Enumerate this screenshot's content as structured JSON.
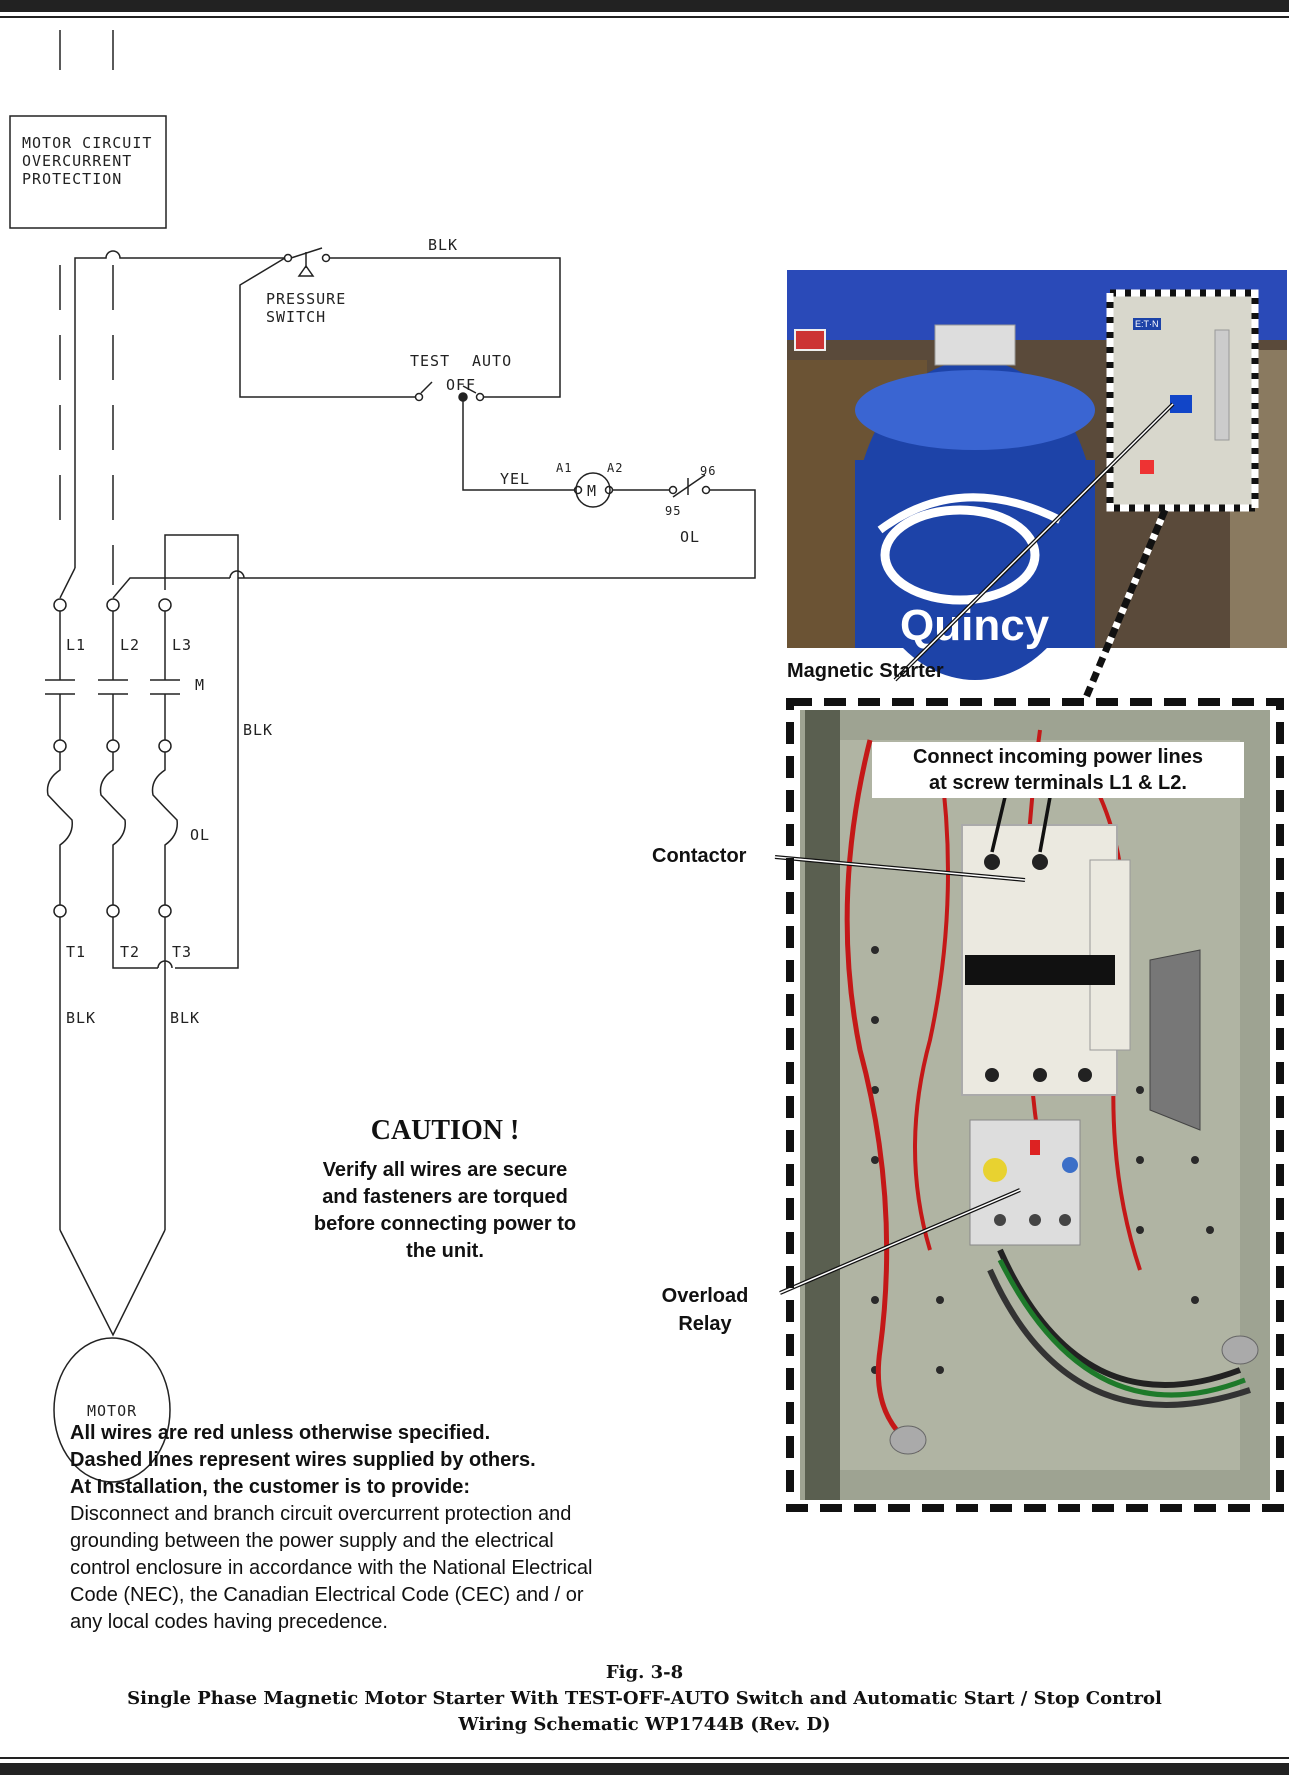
{
  "schematic": {
    "protection_box": [
      "MOTOR CIRCUIT",
      "OVERCURRENT",
      "PROTECTION"
    ],
    "wire_blk": "BLK",
    "pressure_switch": [
      "PRESSURE",
      "SWITCH"
    ],
    "switch_test": "TEST",
    "switch_auto": "AUTO",
    "switch_off": "OFF",
    "wire_yel": "YEL",
    "coil_a1": "A1",
    "coil_a2": "A2",
    "coil_m": "M",
    "ol_95": "95",
    "ol_96": "96",
    "ol_label": "OL",
    "l1": "L1",
    "l2": "L2",
    "l3": "L3",
    "contactor_m": "M",
    "overload_ol": "OL",
    "t1": "T1",
    "t2": "T2",
    "t3": "T3",
    "blk_right": "BLK",
    "blk_left": "BLK",
    "blk_mid": "BLK",
    "motor": "MOTOR"
  },
  "caution": {
    "title": "CAUTION !",
    "body": [
      "Verify all wires are secure",
      "and fasteners are torqued",
      "before connecting power to",
      "the unit."
    ]
  },
  "photo_labels": {
    "magnetic_starter": "Magnetic Starter",
    "connect_power": [
      "Connect incoming power lines",
      "at screw terminals L1 & L2."
    ],
    "contactor": "Contactor",
    "overload_relay": [
      "Overload",
      "Relay"
    ],
    "eaton": "E:T·N"
  },
  "notes": {
    "bold_lines": [
      "All wires are red unless otherwise specified.",
      "Dashed lines represent wires supplied by others.",
      "At Installation, the customer is to provide:"
    ],
    "body_lines": [
      "Disconnect and branch circuit overcurrent protection and",
      "grounding between the power supply and the electrical",
      "control enclosure in accordance with the National Electrical",
      "Code (NEC), the Canadian Electrical Code (CEC) and / or",
      "any local codes having precedence."
    ]
  },
  "caption": {
    "fig": "Fig. 3-8",
    "line1": "Single Phase Magnetic Motor Starter With TEST-OFF-AUTO Switch and Automatic Start / Stop Control",
    "line2": "Wiring Schematic WP1744B (Rev. D)"
  },
  "colors": {
    "tank_blue": "#1d43a8",
    "enclosure_gray": "#9ea392",
    "wire_red": "#c41818"
  }
}
